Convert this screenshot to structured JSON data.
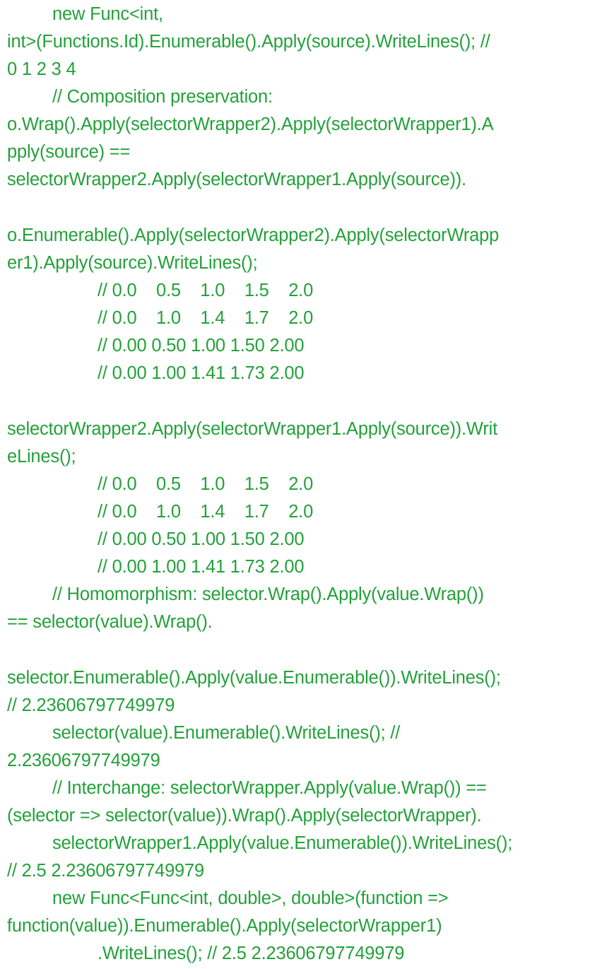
{
  "page": {
    "text_color": "#23a13a",
    "background": "#ffffff"
  },
  "lines": [
    "new Func<int,",
    "int>(Functions.Id).Enumerable().Apply(source).WriteLines(); //",
    "0 1 2 3 4",
    "// Composition preservation:",
    "o.Wrap().Apply(selectorWrapper2).Apply(selectorWrapper1).A",
    "pply(source) ==",
    "selectorWrapper2.Apply(selectorWrapper1.Apply(source)).",
    "o.Enumerable().Apply(selectorWrapper2).Apply(selectorWrapp",
    "er1).Apply(source).WriteLines();",
    "// 0.0    0.5    1.0    1.5    2.0",
    "// 0.0    1.0    1.4    1.7    2.0",
    "// 0.00 0.50 1.00 1.50 2.00",
    "// 0.00 1.00 1.41 1.73 2.00",
    "selectorWrapper2.Apply(selectorWrapper1.Apply(source)).Writ",
    "eLines();",
    "// 0.0    0.5    1.0    1.5    2.0",
    "// 0.0    1.0    1.4    1.7    2.0",
    "// 0.00 0.50 1.00 1.50 2.00",
    "// 0.00 1.00 1.41 1.73 2.00",
    "// Homomorphism: selector.Wrap().Apply(value.Wrap())",
    "== selector(value).Wrap().",
    "selector.Enumerable().Apply(value.Enumerable()).WriteLines();",
    "// 2.23606797749979",
    "selector(value).Enumerable().WriteLines(); //",
    "2.23606797749979",
    "// Interchange: selectorWrapper.Apply(value.Wrap()) ==",
    "(selector => selector(value)).Wrap().Apply(selectorWrapper).",
    "selectorWrapper1.Apply(value.Enumerable()).WriteLines();",
    "// 2.5 2.23606797749979",
    "new Func<Func<int, double>, double>(function =>",
    "function(value)).Enumerable().Apply(selectorWrapper1)",
    ".WriteLines(); // 2.5 2.23606797749979"
  ]
}
